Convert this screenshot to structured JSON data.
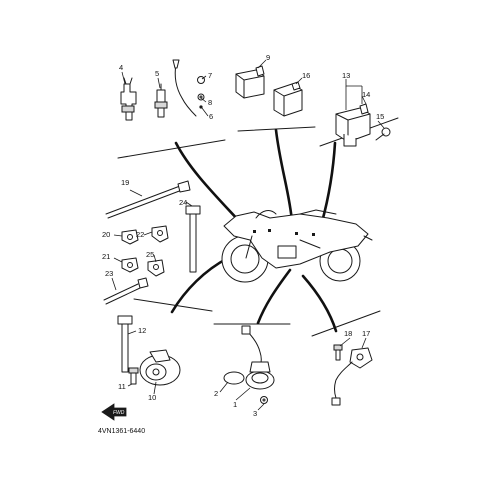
{
  "diagram": {
    "drawing_code": "4VN1361-6440",
    "forward_mark": "FWD",
    "parts": [
      {
        "id": "part-1",
        "label": "1"
      },
      {
        "id": "part-2",
        "label": "2"
      },
      {
        "id": "part-3",
        "label": "3"
      },
      {
        "id": "part-4",
        "label": "4"
      },
      {
        "id": "part-5",
        "label": "5"
      },
      {
        "id": "part-6",
        "label": "6"
      },
      {
        "id": "part-7",
        "label": "7"
      },
      {
        "id": "part-8",
        "label": "8"
      },
      {
        "id": "part-9",
        "label": "9"
      },
      {
        "id": "part-10",
        "label": "10"
      },
      {
        "id": "part-11",
        "label": "11"
      },
      {
        "id": "part-12",
        "label": "12"
      },
      {
        "id": "part-13",
        "label": "13"
      },
      {
        "id": "part-14",
        "label": "14"
      },
      {
        "id": "part-15",
        "label": "15"
      },
      {
        "id": "part-16",
        "label": "16"
      },
      {
        "id": "part-17",
        "label": "17"
      },
      {
        "id": "part-18",
        "label": "18"
      },
      {
        "id": "part-19",
        "label": "19"
      },
      {
        "id": "part-20",
        "label": "20"
      },
      {
        "id": "part-21",
        "label": "21"
      },
      {
        "id": "part-22",
        "label": "22"
      },
      {
        "id": "part-23",
        "label": "23"
      },
      {
        "id": "part-24",
        "label": "24"
      },
      {
        "id": "part-25",
        "label": "25"
      }
    ]
  }
}
